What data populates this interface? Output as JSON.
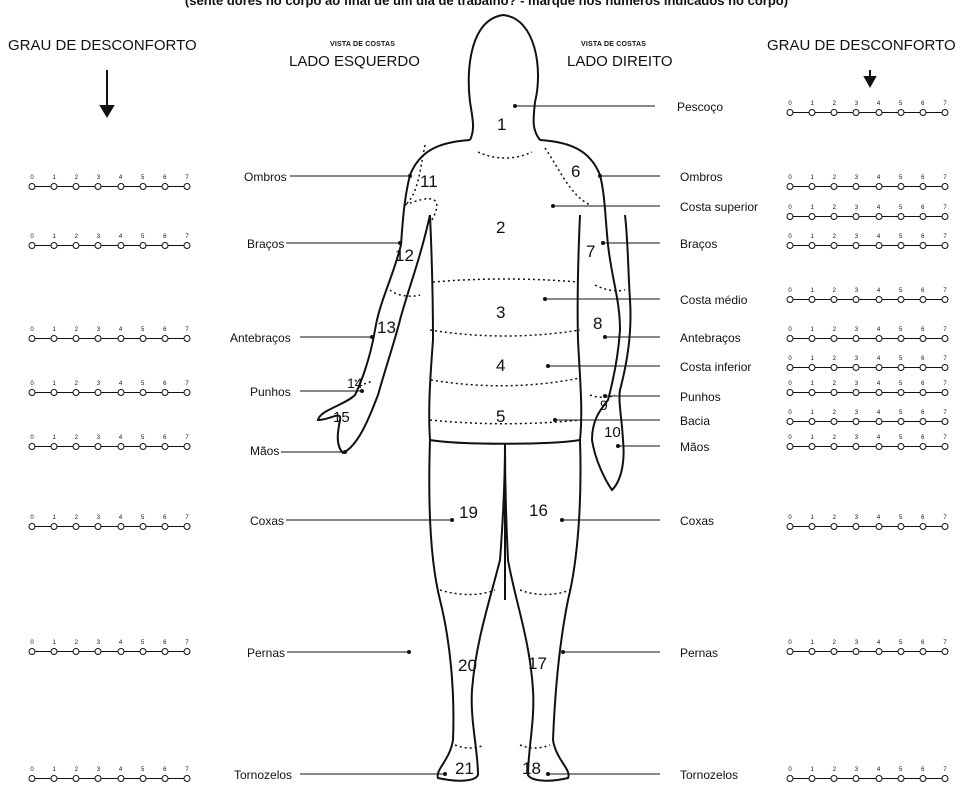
{
  "header": "(sente dores no corpo ao final de um dia de trabalho? - marque nos números indicados no corpo)",
  "left_heading": "GRAU DE DESCONFORTO",
  "right_heading": "GRAU DE DESCONFORTO",
  "left_caption_small": "VISTA DE COSTAS",
  "left_caption": "LADO ESQUERDO",
  "right_caption_small": "VISTA DE COSTAS",
  "right_caption": "LADO DIREITO",
  "scale_numbers": [
    "0",
    "1",
    "2",
    "3",
    "4",
    "5",
    "6",
    "7"
  ],
  "left_labels": {
    "ombros": "Ombros",
    "bracos": "Braços",
    "antebracos": "Antebraços",
    "punhos": "Punhos",
    "maos": "Mãos",
    "coxas": "Coxas",
    "pernas": "Pernas",
    "tornozelos": "Tornozelos"
  },
  "right_labels": {
    "pescoco": "Pescoço",
    "ombros": "Ombros",
    "costa_superior": "Costa superior",
    "bracos": "Braços",
    "costa_medio": "Costa médio",
    "antebracos": "Antebraços",
    "costa_inferior": "Costa inferior",
    "punhos": "Punhos",
    "bacia": "Bacia",
    "maos": "Mãos",
    "coxas": "Coxas",
    "pernas": "Pernas",
    "tornozelos": "Tornozelos"
  },
  "regions": [
    "1",
    "2",
    "3",
    "4",
    "5",
    "6",
    "7",
    "8",
    "9",
    "10",
    "11",
    "12",
    "13",
    "14",
    "15",
    "16",
    "17",
    "18",
    "19",
    "20",
    "21"
  ]
}
